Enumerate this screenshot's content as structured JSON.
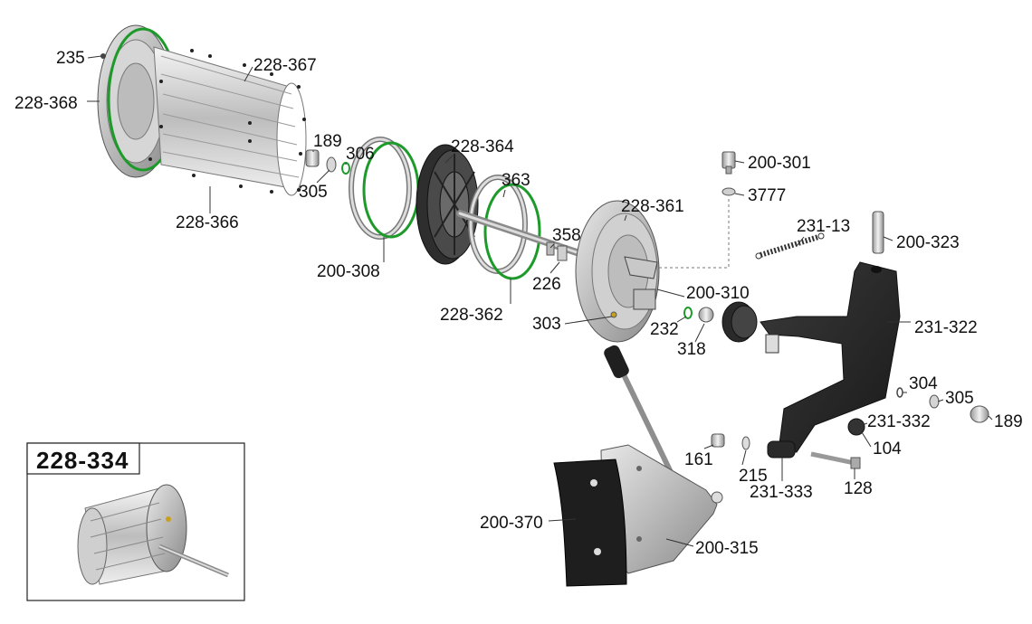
{
  "inset": {
    "assembly_number": "228-334"
  },
  "parts": [
    {
      "id": "235",
      "label": "235"
    },
    {
      "id": "228-368",
      "label": "228-368"
    },
    {
      "id": "228-367",
      "label": "228-367"
    },
    {
      "id": "228-366",
      "label": "228-366"
    },
    {
      "id": "189a",
      "label": "189"
    },
    {
      "id": "306",
      "label": "306"
    },
    {
      "id": "305a",
      "label": "305"
    },
    {
      "id": "228-364",
      "label": "228-364"
    },
    {
      "id": "363",
      "label": "363"
    },
    {
      "id": "200-308",
      "label": "200-308"
    },
    {
      "id": "228-362",
      "label": "228-362"
    },
    {
      "id": "358",
      "label": "358"
    },
    {
      "id": "226",
      "label": "226"
    },
    {
      "id": "228-361",
      "label": "228-361"
    },
    {
      "id": "303",
      "label": "303"
    },
    {
      "id": "232",
      "label": "232"
    },
    {
      "id": "200-310",
      "label": "200-310"
    },
    {
      "id": "318",
      "label": "318"
    },
    {
      "id": "200-301",
      "label": "200-301"
    },
    {
      "id": "3777",
      "label": "3777"
    },
    {
      "id": "231-13",
      "label": "231-13"
    },
    {
      "id": "200-323",
      "label": "200-323"
    },
    {
      "id": "231-322",
      "label": "231-322"
    },
    {
      "id": "304",
      "label": "304"
    },
    {
      "id": "305b",
      "label": "305"
    },
    {
      "id": "189b",
      "label": "189"
    },
    {
      "id": "231-332",
      "label": "231-332"
    },
    {
      "id": "104",
      "label": "104"
    },
    {
      "id": "161",
      "label": "161"
    },
    {
      "id": "215",
      "label": "215"
    },
    {
      "id": "231-333",
      "label": "231-333"
    },
    {
      "id": "128",
      "label": "128"
    },
    {
      "id": "200-370",
      "label": "200-370"
    },
    {
      "id": "200-315",
      "label": "200-315"
    }
  ]
}
